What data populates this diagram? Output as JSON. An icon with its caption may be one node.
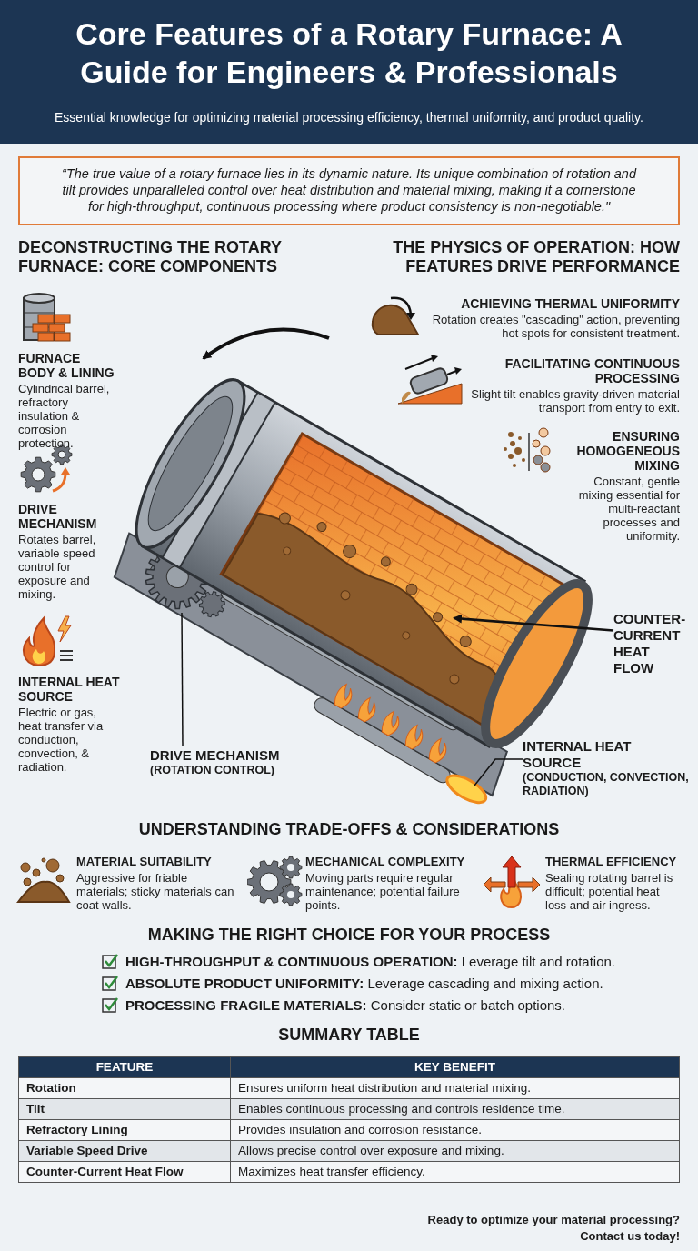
{
  "diagram": {
    "title": "Core Features of a Rotary Furnace: A Guide for Engineers & Professionals",
    "nodes": [
      {
        "text": [
          "“The true value of a rotary furnace lies in its dynamic nature. Its unique combination of rotation and tilt provides unparalleled control over heat distribution and material mixing, making it a cornerstone for high-throughput, continuous processing where product consistency is non-negotiable.\""
        ]
      },
      {
        "text": [
          "DRIVE MECHANISM",
          "(ROTATION CONTROL)"
        ]
      },
      {
        "text": [
          "INTERNAL HEAT SOURCE",
          "(CONDUCTION, CONVECTION, RADIATION)"
        ]
      },
      {
        "text": [
          "COUNTER-CURRENT HEAT FLOW"
        ]
      }
    ],
    "edges": [
      {
        "from": 1,
        "to": null,
        "arrow": "none"
      },
      {
        "from": 2,
        "to": null,
        "arrow": "none"
      },
      {
        "from": 3,
        "to": null,
        "arrow": "to"
      }
    ],
    "labels": [
      "Essential knowledge for optimizing material processing efficiency, thermal uniformity, and product quality.",
      "DECONSTRUCTING THE ROTARY FURNACE: CORE COMPONENTS",
      "FURNACE BODY & LINING",
      "Cylindrical barrel, refractory insulation & corrosion protection.",
      "DRIVE MECHANISM",
      "Rotates barrel, variable speed control for exposure and mixing.",
      "INTERNAL HEAT SOURCE",
      "Electric or gas, heat transfer via conduction, convection, & radiation.",
      "THE PHYSICS OF OPERATION: HOW FEATURES DRIVE PERFORMANCE",
      "ACHIEVING THERMAL UNIFORMITY",
      "Rotation creates \"cascading\" action, preventing hot spots for consistent treatment.",
      "FACILITATING CONTINUOUS PROCESSING",
      "Slight tilt enables gravity-driven material transport from entry to exit.",
      "ENSURING HOMOGENEOUS MIXING",
      "Constant, gentle mixing essential for multi-reactant processes and uniformity.",
      "UNDERSTANDING TRADE-OFFS & CONSIDERATIONS",
      "MATERIAL SUITABILITY",
      "Aggressive for friable materials; sticky materials can coat walls.",
      "MECHANICAL COMPLEXITY",
      "Moving parts require regular maintenance; potential failure points.",
      "THERMAL EFFICIENCY",
      "Sealing rotating barrel is difficult; potential heat loss and air ingress.",
      "MAKING THE RIGHT CHOICE FOR YOUR PROCESS",
      "**HIGH-THROUGHPUT & CONTINUOUS OPERATION:** Leverage tilt and rotation.",
      "**ABSOLUTE PRODUCT UNIFORMITY:** Leverage cascading and mixing action.",
      "**PROCESSING FRAGILE MATERIALS:** Consider static or batch options.",
      "SUMMARY TABLE",
      "FEATURE",
      "KEY BENEFIT",
      "Rotation",
      "Ensures uniform heat distribution and material mixing.",
      "Tilt",
      "Enables continuous processing and controls residence time.",
      "Refractory Lining",
      "Provides insulation and corrosion resistance.",
      "Variable Speed Drive",
      "Allows precise control over exposure and mixing.",
      "Counter-Current Heat Flow",
      "Maximizes heat transfer efficiency.",
      "Ready to optimize your material processing?",
      "Contact us today!"
    ]
  }
}
